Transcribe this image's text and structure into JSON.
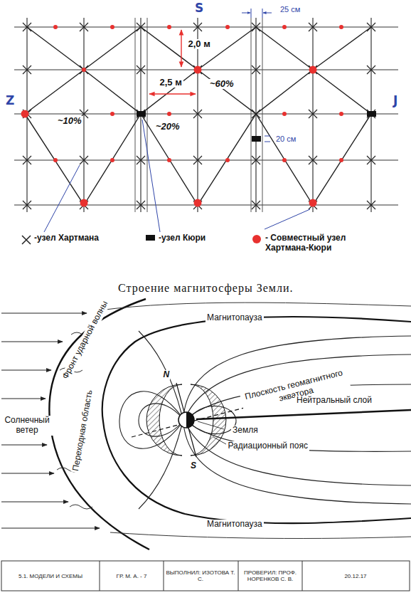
{
  "diagram": {
    "title": "Строение магнитосферы Земли.",
    "labels": [
      "S",
      "2,0 м",
      "2,5 м",
      "25 см",
      "~60%",
      "Z",
      "~10%",
      "~20%",
      "20 см",
      "J",
      "Магнитопауза",
      "Фронт ударной волны",
      "Переходная область",
      "Солнечный ветер",
      "N",
      "Плоскость геомагнитного экватора",
      "Нейтральный слой",
      "Земля",
      "Радиационный пояс",
      "S",
      "Магнитопауза",
      "5.1. МОДЕЛИ И СХЕМЫ",
      "ГР. М. А. - 7",
      "ВЫПОЛНИЛ: ИЗОТОВА Т. С.",
      "ПРОВЕРИЛ: ПРОФ. НОРЕНКОВ С. В.",
      "20.12.17"
    ],
    "legend": [
      {
        "text": "-узел Хартмана"
      },
      {
        "text": "-узел Кюри",
        "color": "#111111"
      },
      {
        "text": "- Совместный узел Хартмана-Кюри",
        "color": "#e8312f"
      }
    ]
  }
}
